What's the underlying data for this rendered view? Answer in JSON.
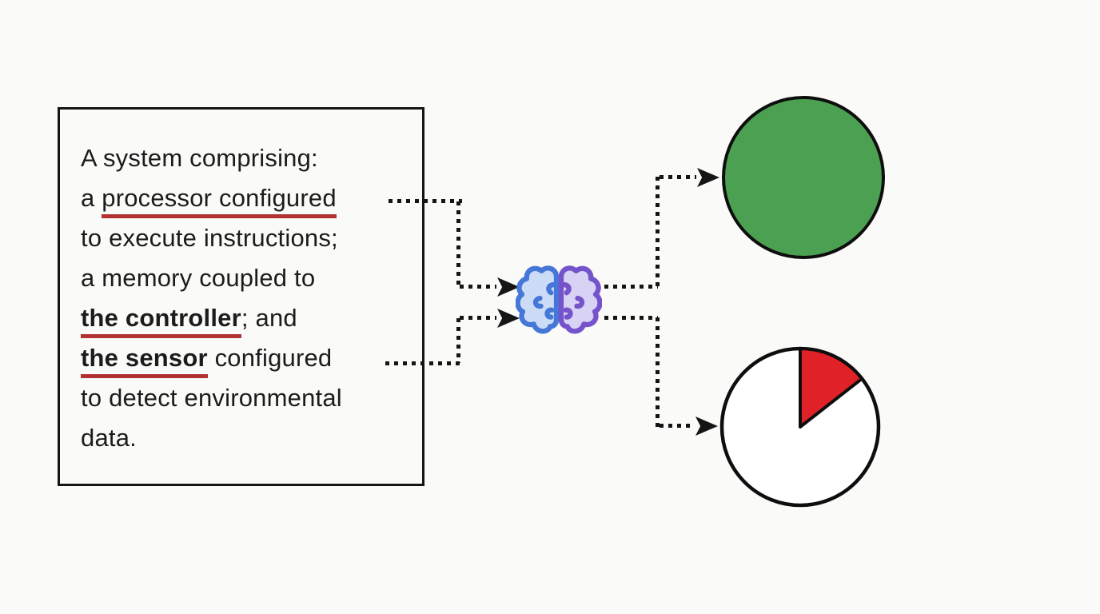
{
  "colors": {
    "background": "#fafaf8",
    "line": "#151515",
    "box_border": "#151515",
    "text": "#1c1c1c",
    "underline_red": "#b23131",
    "valid_green": "#4ba052",
    "issue_red": "#e02228",
    "circle_border": "#0e0e0e",
    "brain_left_stroke": "#4577d8",
    "brain_left_fill": "#cddcf6",
    "brain_right_stroke": "#7554cb",
    "brain_right_fill": "#d8d2f4"
  },
  "claim": {
    "lines": [
      {
        "segments": [
          {
            "text": "A system comprising:",
            "style": "regular"
          }
        ]
      },
      {
        "segments": [
          {
            "text": "a ",
            "style": "regular"
          },
          {
            "text": "processor configured",
            "style": "underline"
          }
        ]
      },
      {
        "segments": [
          {
            "text": "to execute instructions;",
            "style": "regular"
          }
        ]
      },
      {
        "segments": [
          {
            "text": "a memory coupled to",
            "style": "regular"
          }
        ]
      },
      {
        "segments": [
          {
            "text": "the controller",
            "style": "bold-underline"
          },
          {
            "text": "; and",
            "style": "regular"
          }
        ]
      },
      {
        "segments": [
          {
            "text": "the sensor",
            "style": "bold-underline"
          },
          {
            "text": " configured",
            "style": "regular"
          }
        ]
      },
      {
        "segments": [
          {
            "text": "to detect environmental",
            "style": "regular"
          }
        ]
      },
      {
        "segments": [
          {
            "text": "data.",
            "style": "regular"
          }
        ]
      }
    ]
  },
  "flow": {
    "center_icon": "brain-icon",
    "inputs": [
      "processor configured",
      "the sensor"
    ],
    "outcomes": {
      "valid": {
        "shape": "filled-circle",
        "color_key": "valid_green"
      },
      "issue": {
        "shape": "pie-slice-circle",
        "slice_degrees": 52,
        "color_key": "issue_red"
      }
    }
  }
}
